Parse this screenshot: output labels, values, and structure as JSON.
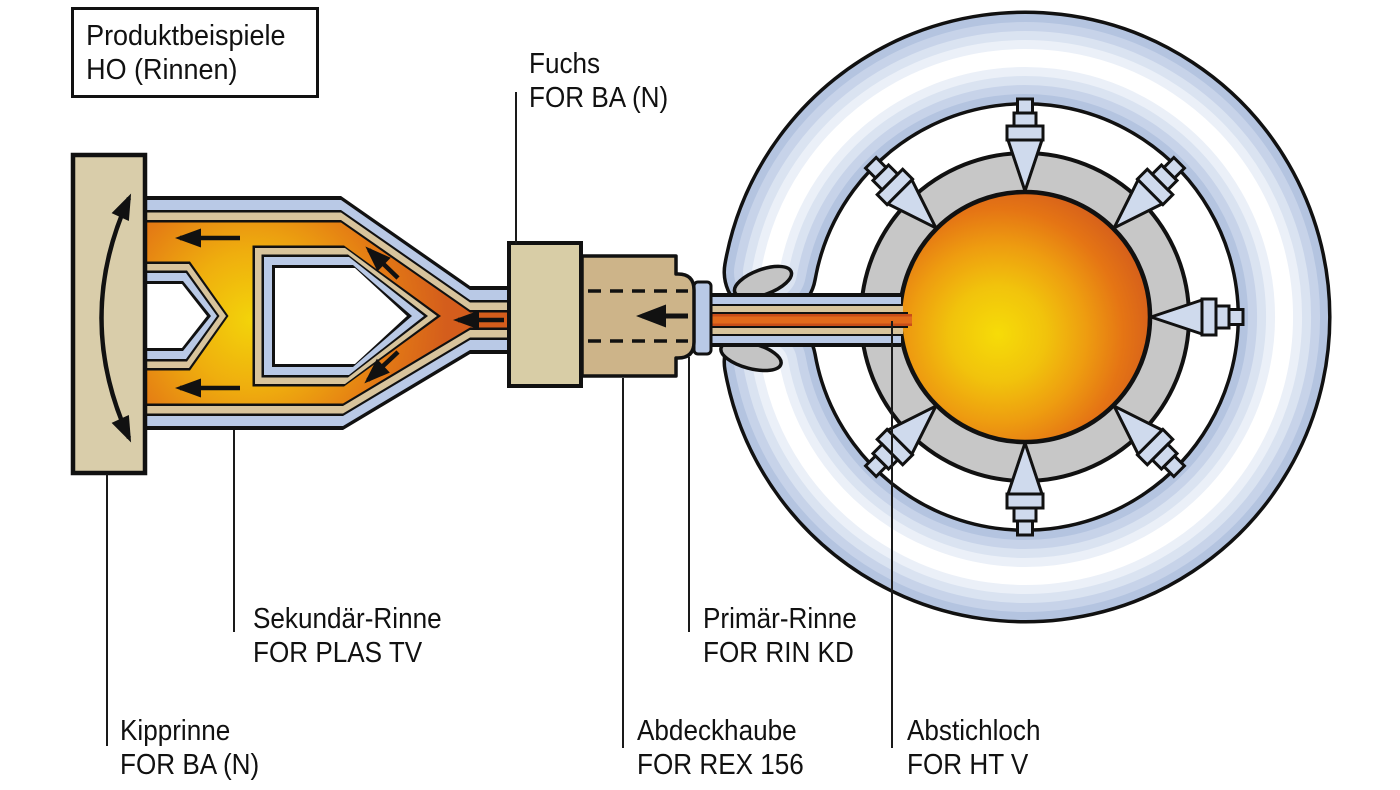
{
  "title": {
    "line1": "Produktbeispiele",
    "line2": "HO (Rinnen)"
  },
  "labels": {
    "fuchs": {
      "name": "Fuchs",
      "model": "FOR BA (N)"
    },
    "sekundaer_rinne": {
      "name": "Sekundär-Rinne",
      "model": "FOR PLAS TV"
    },
    "primaer_rinne": {
      "name": "Primär-Rinne",
      "model": "FOR RIN KD"
    },
    "kipprinne": {
      "name": "Kipprinne",
      "model": "FOR BA (N)"
    },
    "abdeckhaube": {
      "name": "Abdeckhaube",
      "model": "FOR REX 156"
    },
    "abstichloch": {
      "name": "Abstichloch",
      "model": "FOR HT V"
    }
  },
  "colors": {
    "outline": "#111111",
    "refractory_blue": "#b9c9e6",
    "refractory_tan": "#d8c49c",
    "kipprinne_tan": "#d9cdaa",
    "fuchs_tan": "#d8cda6",
    "hood_tan": "#cdb489",
    "furnace_shell_gray": "#c7c7c7",
    "cooling_ring_blue": "#b4c4e0",
    "nozzle_blue": "#cfdaed",
    "melt_center": "#f6dc08",
    "melt_edge": "#d45d1c",
    "melt_stream": "#c84d18"
  }
}
